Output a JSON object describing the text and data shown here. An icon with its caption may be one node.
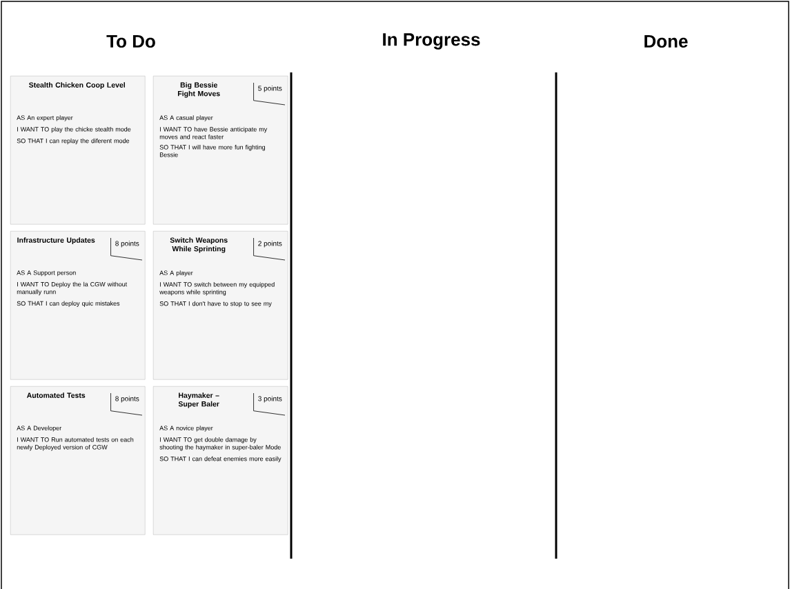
{
  "diagram": {
    "nodes": [
      {
        "text": [
          "Stealth Chicken Coop Level",
          "AS An expert player",
          "I WANT TO play the chicke stealth mode",
          "SO THAT I can replay the diferent mode"
        ]
      },
      {
        "text": [
          "Big Bessie Fight Moves",
          "5 points",
          "AS A casual player",
          "I WANT TO have Bessie anticipate my moves and react faster",
          "SO THAT I will have more fun fighting Bessie"
        ]
      },
      {
        "text": [
          "Infrastructure Updates",
          "8 points",
          "AS A Support person",
          "I WANT TO Deploy the la CGW without manually runn",
          "SO THAT I can deploy quic mistakes"
        ]
      },
      {
        "text": [
          "Switch Weapons While Sprinting",
          "2 points",
          "AS A player",
          "I WANT TO switch between my equipped weapons while sprinting",
          "SO THAT I don't have to stop to see my"
        ]
      },
      {
        "text": [
          "Automated Tests",
          "8 points",
          "AS A Developer",
          "I WANT TO Run automated tests on each newly Deployed version of CGW"
        ]
      },
      {
        "text": [
          "Haymaker – Super Baler",
          "3 points",
          "AS A novice player",
          "I WANT TO get double damage by shooting the haymaker in super-baler Mode",
          "SO THAT I can defeat enemies more easily"
        ]
      }
    ],
    "labels": [
      "To Do",
      "In Progress",
      "Done"
    ]
  }
}
